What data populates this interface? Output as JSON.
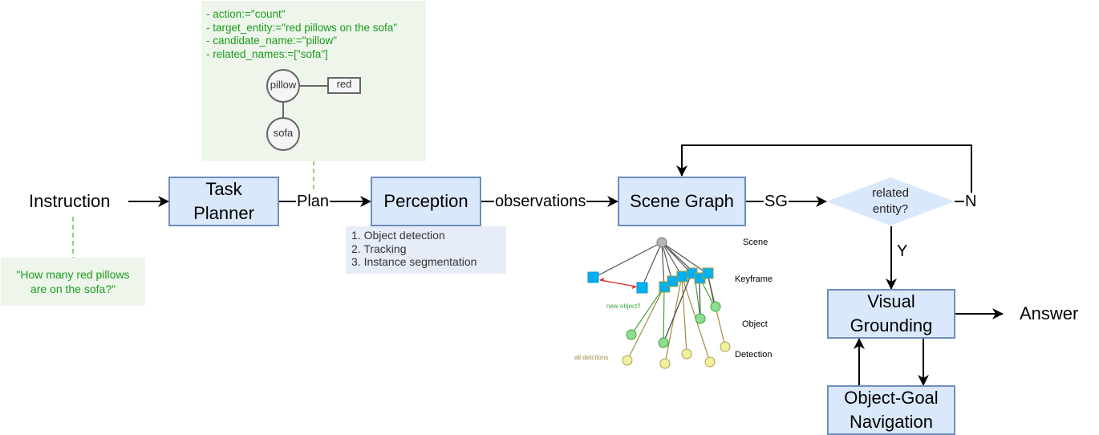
{
  "instruction": {
    "label": "Instruction",
    "example": "\"How many red pillows are on the sofa?\""
  },
  "task_planner": {
    "label": "Task Planner",
    "plan_fields": [
      "- action:=\"count\"",
      "- target_entity:=\"red pillows on the sofa\"",
      "- candidate_name:=\"pillow\"",
      "- related_names:=[\"sofa\"]"
    ],
    "mini_graph": {
      "nodes": [
        "pillow",
        "sofa"
      ],
      "attribute": "red"
    }
  },
  "edges": {
    "plan": "Plan",
    "observations": "observations",
    "sg": "SG",
    "no": "N",
    "yes": "Y"
  },
  "perception": {
    "label": "Perception",
    "steps": [
      "1. Object detection",
      "2. Tracking",
      "3. Instance segmentation"
    ]
  },
  "scene_graph": {
    "label": "Scene Graph",
    "levels": [
      "Scene",
      "Keyframe",
      "Object",
      "Detection"
    ],
    "annotations": {
      "new_object": "new object!!",
      "all_detections": "all detctions"
    }
  },
  "decision": {
    "label_line1": "related",
    "label_line2": "entity?"
  },
  "visual_grounding": {
    "label": "Visual Grounding"
  },
  "object_goal_navigation": {
    "label": "Object-Goal Navigation"
  },
  "answer": {
    "label": "Answer"
  },
  "colors": {
    "box_fill": "#dae8fc",
    "box_border": "#6c8ebf",
    "note_green_fill": "#eef6ec",
    "note_green_text": "#1a9b1a",
    "note_blue_fill": "#e6edf8",
    "keyframe_blue": "#00b0f0",
    "object_green": "#90dc90",
    "detection_yellow": "#f0f0a0",
    "scene_gray": "#b4b4b4",
    "red_arrow": "#e02020"
  }
}
